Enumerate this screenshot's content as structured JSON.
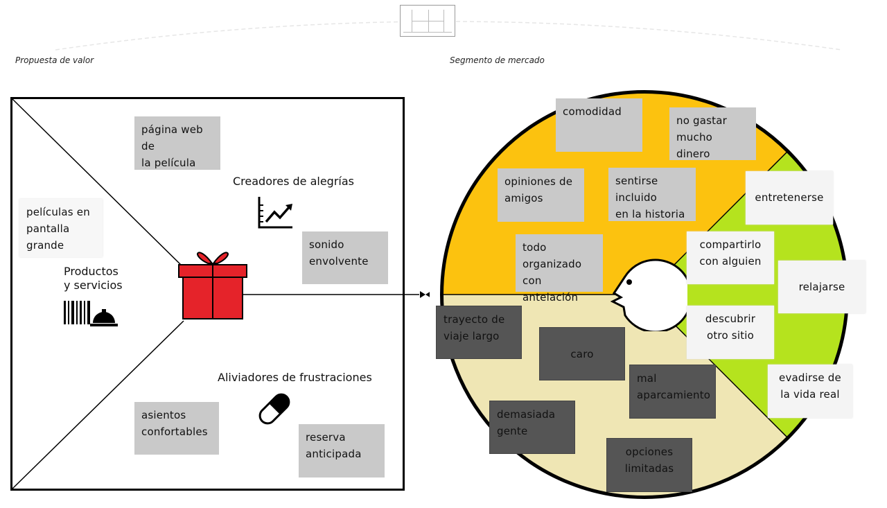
{
  "header": {
    "left_label": "Propuesta de valor",
    "right_label": "Segmento de mercado"
  },
  "value_proposition": {
    "sections": {
      "gain_creators": "Creadores de alegrías",
      "products_services": "Productos\ny servicios",
      "pain_relievers": "Aliviadores de frustraciones"
    },
    "notes": {
      "website": "página web de\nla película",
      "surround_sound": "sonido\nenvolvente",
      "big_screen": "películas en\npantalla\ngrande",
      "seats": "asientos\nconfortables",
      "booking": "reserva\nanticipada"
    }
  },
  "customer_segment": {
    "gains": {
      "comfort": "comodidad",
      "save_money": "no gastar\nmucho dinero",
      "friends_opinions": "opiniones de\namigos",
      "feel_included": "sentirse\nincluido\nen la historia",
      "organized": "todo\norganizado\ncon antelación"
    },
    "jobs": {
      "entertain": "entretenerse",
      "share": "compartirlo\ncon alguien",
      "relax": "relajarse",
      "discover": "descubrir\notro sitio",
      "escape": "evadirse de\nla vida real"
    },
    "pains": {
      "long_trip": "trayecto de\nviaje largo",
      "expensive": "caro",
      "bad_parking": "mal\naparcamiento",
      "crowded": "demasiada\ngente",
      "limited_options": "opciones\nlimitadas"
    }
  },
  "colors": {
    "gains_fill": "#fcc20f",
    "jobs_fill": "#b5e31e",
    "pains_fill": "#efe6b4",
    "gift_red": "#e5232a",
    "note_gray": "#c9c9c9",
    "note_dark": "#555555"
  },
  "icons": [
    "thumbnail-icon",
    "growth-chart-icon",
    "gift-icon",
    "barcode-icon",
    "service-bell-icon",
    "pill-icon",
    "face-icon",
    "arrow-icon"
  ]
}
